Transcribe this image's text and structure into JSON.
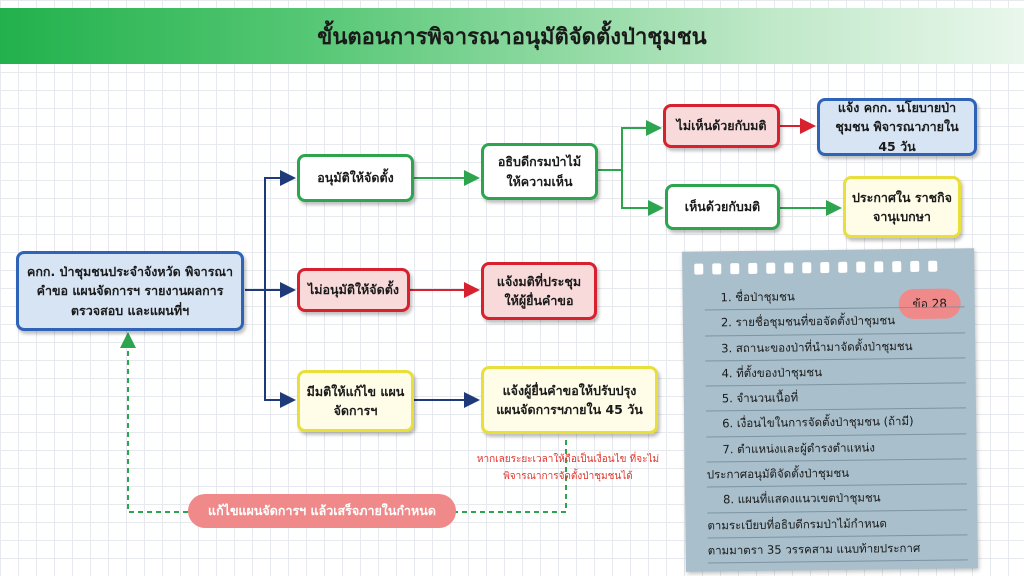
{
  "header": {
    "title": "ขั้นตอนการพิจารณาอนุมัติจัดตั้งป่าชุมชน"
  },
  "boxes": {
    "committee": "คกก. ป่าชุมชนประจำจังหวัด พิจารณาคำขอ แผนจัดการฯ รายงานผลการตรวจสอบ และแผนที่ฯ",
    "approve": "อนุมัติให้จัดตั้ง",
    "reject": "ไม่อนุมัติให้จัดตั้ง",
    "revise": "มีมติให้แก้ไข แผนจัดการฯ",
    "dg_opinion": "อธิบดีกรมป่าไม้ ให้ความเห็น",
    "notify_resolution": "แจ้งมติที่ประชุม ให้ผู้ยื่นคำขอ",
    "notify_revise": "แจ้งผู้ยื่นคำขอให้ปรับปรุง แผนจัดการฯภายใน 45 วัน",
    "disagree": "ไม่เห็นด้วยกับมติ",
    "agree": "เห็นด้วยกับมติ",
    "notify_policy": "แจ้ง คกก. นโยบายป่าชุมชน พิจารณาภายใน 45 วัน",
    "gazette": "ประกาศใน ราชกิจจานุเบกษา"
  },
  "warning_text": "หากเลยระยะเวลาให้ถือเป็นเงื่อนไข ที่จะไม่พิจารณาการจัดตั้งป่าชุมชนได้",
  "loop_label": "แก้ไขแผนจัดการฯ แล้วเสร็จภายในกำหนด",
  "note": {
    "badge": "ข้อ 28",
    "items": [
      "1. ชื่อป่าชุมชน",
      "2. รายชื่อชุมชนที่ขอจัดตั้งป่าชุมชน",
      "3. สถานะของป่าที่นำมาจัดตั้งป่าชุมชน",
      "4. ที่ตั้งของป่าชุมชน",
      "5. จำนวนเนื้อที่",
      "6. เงื่อนไขในการจัดตั้งป่าชุมชน (ถ้ามี)",
      "7. ตำแหน่งและผู้ดำรงตำแหน่ง",
      "ประกาศอนุมัติจัดตั้งป่าชุมชน",
      "8. แผนที่แสดงแนวเขตป่าชุมชน",
      "ตามระเบียบที่อธิบดีกรมป่าไม้กำหนด",
      "ตามมาตรา 35 วรรคสาม แนบท้ายประกาศ"
    ]
  },
  "colors": {
    "blue": "#2f63b8",
    "green": "#2da44e",
    "red": "#d8212f",
    "yellow": "#e8df3a",
    "navy": "#1f3a7a",
    "pink": "#f08a8a"
  }
}
